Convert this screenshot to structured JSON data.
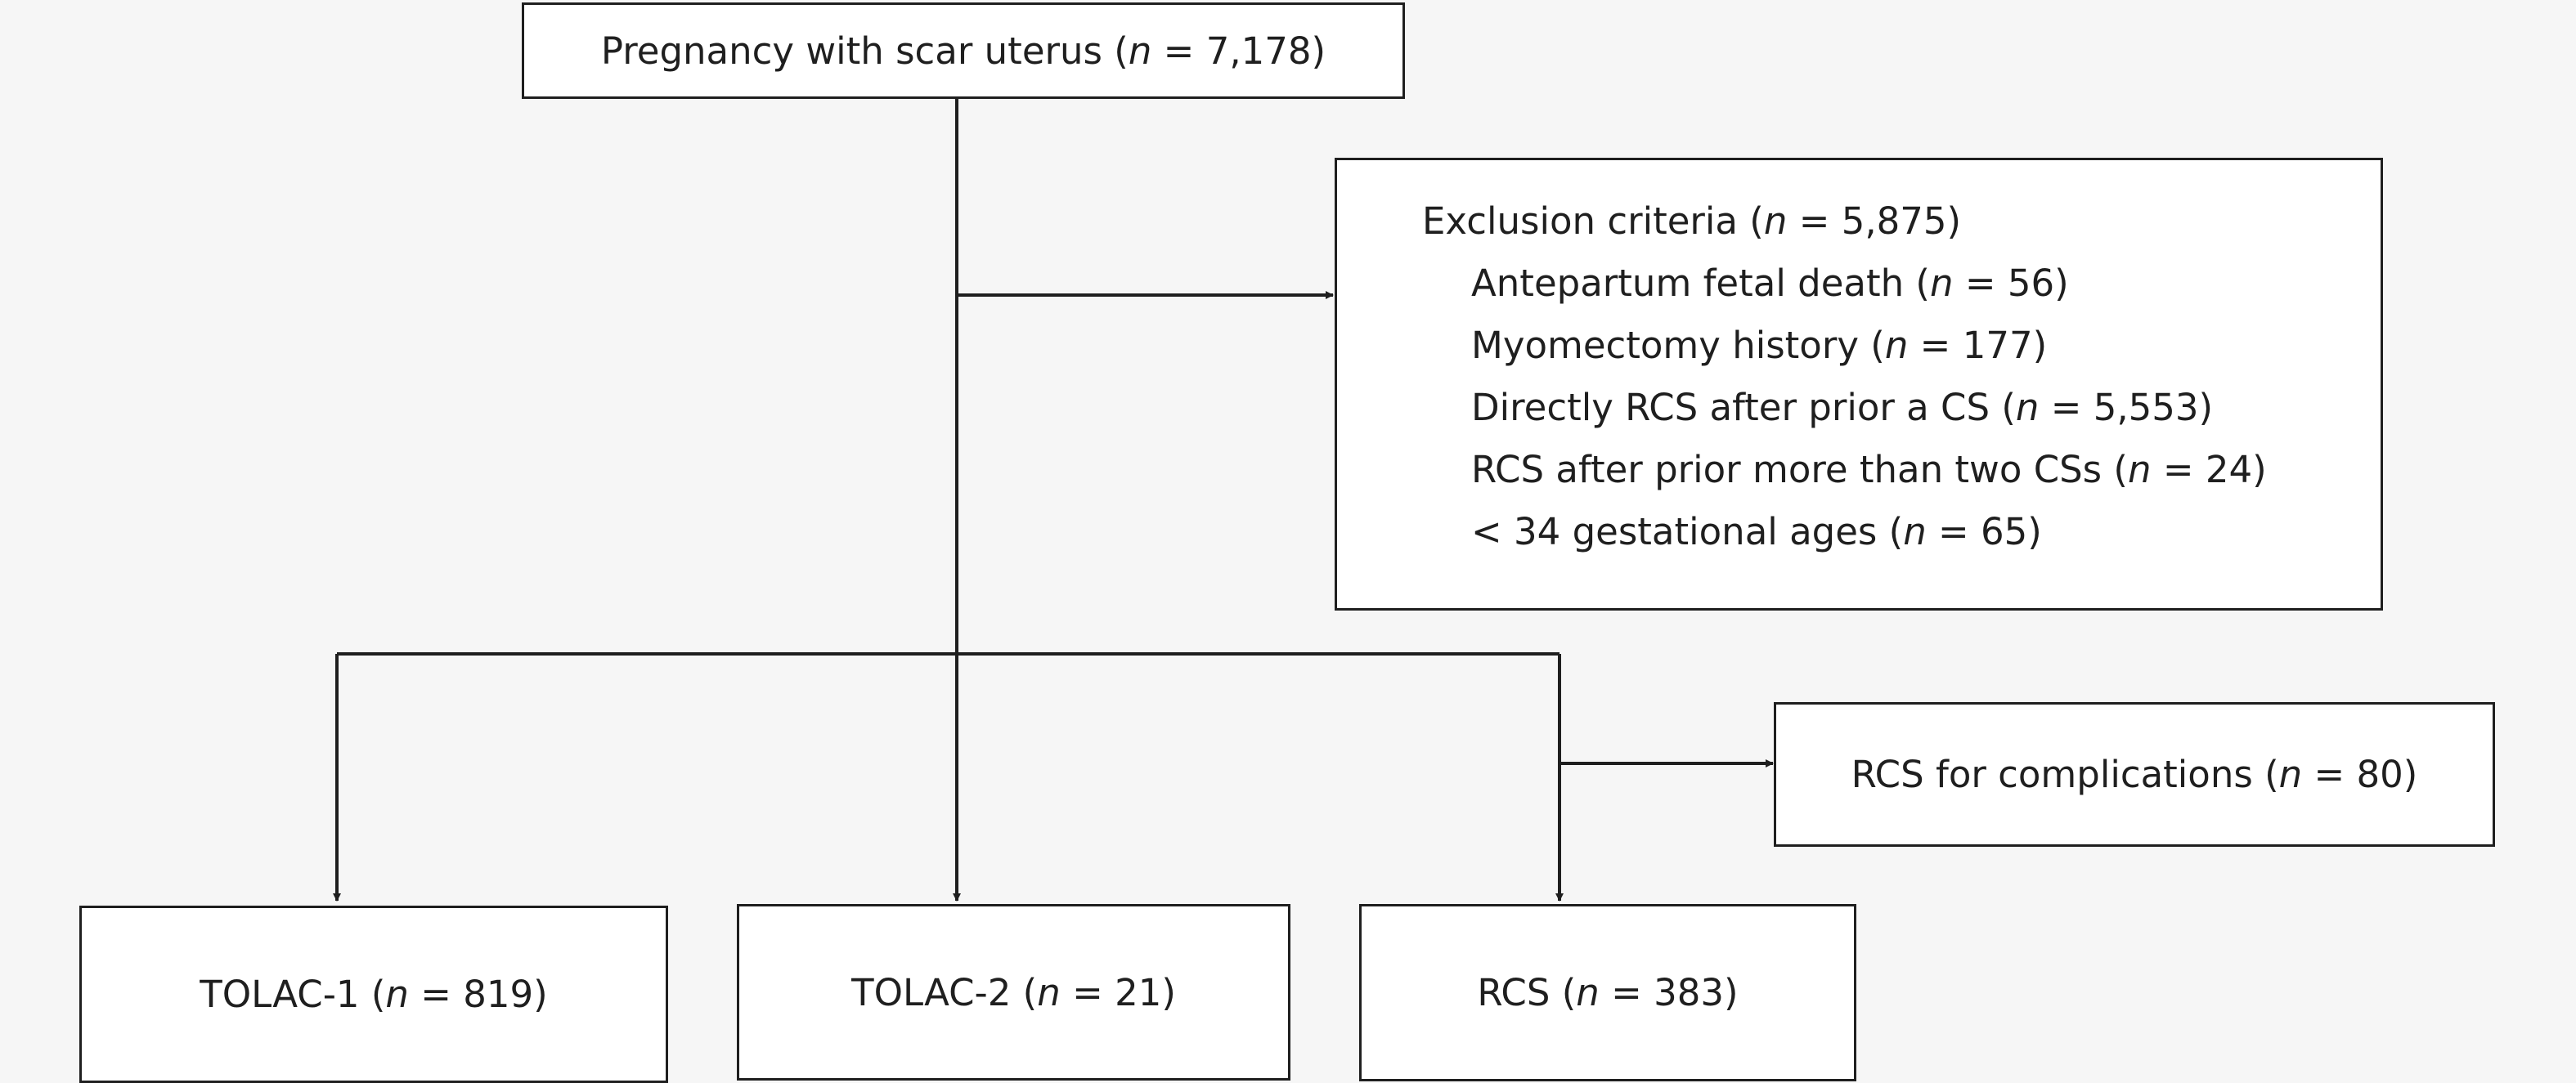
{
  "flowchart": {
    "top_box": {
      "text": "Pregnancy with scar uterus (",
      "n_label": "n",
      "value": " = 7,178)"
    },
    "exclusion": {
      "title": {
        "text": "Exclusion criteria (",
        "n_label": "n",
        "value": " = 5,875)"
      },
      "items": [
        {
          "text": "Antepartum fetal death (",
          "n_label": "n",
          "value": " = 56)"
        },
        {
          "text": "Myomectomy history (",
          "n_label": "n",
          "value": " = 177)"
        },
        {
          "text": "Directly RCS after prior a CS (",
          "n_label": "n",
          "value": " = 5,553)"
        },
        {
          "text": "RCS after prior more than two CSs (",
          "n_label": "n",
          "value": " = 24)"
        },
        {
          "text": "< 34 gestational ages (",
          "n_label": "n",
          "value": " = 65)"
        }
      ]
    },
    "rcs_complications": {
      "text": "RCS for complications (",
      "n_label": "n",
      "value": " = 80)"
    },
    "groups": [
      {
        "text": "TOLAC-1 (",
        "n_label": "n",
        "value": " = 819)"
      },
      {
        "text": "TOLAC-2 (",
        "n_label": "n",
        "value": " = 21)"
      },
      {
        "text": "RCS (",
        "n_label": "n",
        "value": " = 383)"
      }
    ]
  }
}
